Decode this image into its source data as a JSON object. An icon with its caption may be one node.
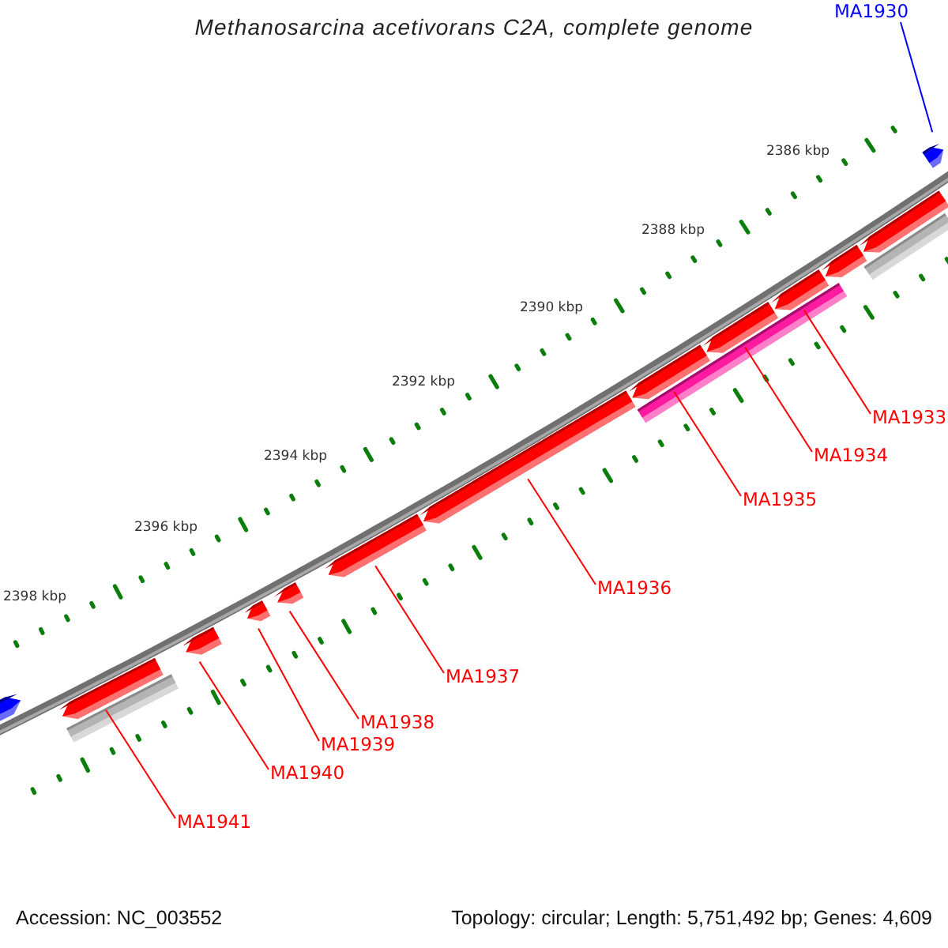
{
  "diagram": {
    "title": "Methanosarcina acetivorans C2A, complete genome",
    "nodes": [
      {
        "text": [
          "MA1930"
        ]
      },
      {
        "text": [
          "MA1933"
        ]
      },
      {
        "text": [
          "MA1934"
        ]
      },
      {
        "text": [
          "MA1935"
        ]
      },
      {
        "text": [
          "MA1936"
        ]
      },
      {
        "text": [
          "MA1937"
        ]
      },
      {
        "text": [
          "MA1938"
        ]
      },
      {
        "text": [
          "MA1939"
        ]
      },
      {
        "text": [
          "MA1940"
        ]
      },
      {
        "text": [
          "MA1941"
        ]
      },
      {
        "text": [],
        "shape": "arrow"
      },
      {
        "text": [],
        "shape": "arrow"
      },
      {
        "text": [],
        "shape": "bar"
      },
      {
        "text": [],
        "shape": "arrow"
      },
      {
        "text": [],
        "shape": "arrow"
      },
      {
        "text": [],
        "shape": "arrow"
      },
      {
        "text": [],
        "shape": "arrow"
      },
      {
        "text": [],
        "shape": "arrow"
      },
      {
        "text": [],
        "shape": "arrow"
      },
      {
        "text": [],
        "shape": "bar"
      },
      {
        "text": [],
        "shape": "arrow"
      },
      {
        "text": [],
        "shape": "arrow"
      },
      {
        "text": [],
        "shape": "arrow"
      },
      {
        "text": [],
        "shape": "arrow"
      },
      {
        "text": [],
        "shape": "bar"
      },
      {
        "text": [],
        "shape": "arrow"
      }
    ],
    "edges": [
      {
        "from": 0,
        "to": 25,
        "arrow": "none",
        "color": "#0000ff"
      },
      {
        "from": 1,
        "to": 21,
        "arrow": "none"
      },
      {
        "from": 2,
        "to": 20,
        "arrow": "none"
      },
      {
        "from": 3,
        "to": 18,
        "arrow": "none"
      },
      {
        "from": 4,
        "to": 17,
        "arrow": "none"
      },
      {
        "from": 5,
        "to": 16,
        "arrow": "none"
      },
      {
        "from": 6,
        "to": 15,
        "arrow": "none"
      },
      {
        "from": 7,
        "to": 14,
        "arrow": "none"
      },
      {
        "from": 8,
        "to": 13,
        "arrow": "none"
      },
      {
        "from": 9,
        "to": 11,
        "arrow": "none"
      }
    ],
    "labels": [
      "2386 kbp",
      "2388 kbp",
      "2390 kbp",
      "2392 kbp",
      "2394 kbp",
      "2396 kbp",
      "2398 kbp",
      "Accession: NC_003552",
      "Topology: circular; Length: 5,751,492 bp; Genes: 4,609"
    ]
  }
}
